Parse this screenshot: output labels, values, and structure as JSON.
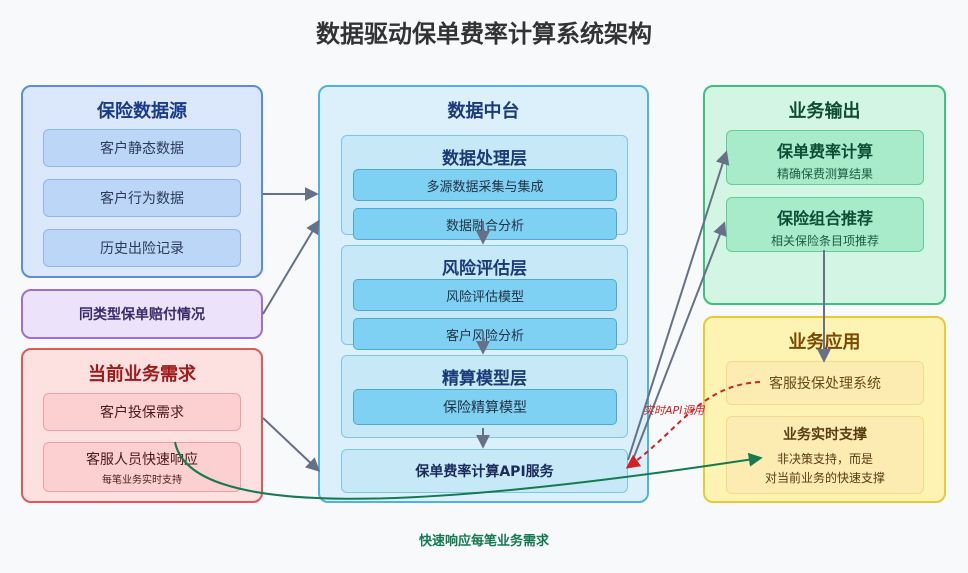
{
  "title": "数据驱动保单费率计算系统架构",
  "insurance_data_source": {
    "title": "保险数据源",
    "items": [
      "客户静态数据",
      "客户行为数据",
      "历史出险记录"
    ]
  },
  "similar_claims": "同类型保单赔付情况",
  "current_demand": {
    "title": "当前业务需求",
    "items": [
      "客户投保需求",
      "客服人员快速响应"
    ],
    "note": "每笔业务实时支持"
  },
  "data_platform": {
    "title": "数据中台",
    "processing": {
      "title": "数据处理层",
      "items": [
        "多源数据采集与集成",
        "数据融合分析"
      ]
    },
    "risk": {
      "title": "风险评估层",
      "items": [
        "风险评估模型",
        "客户风险分析"
      ]
    },
    "actuarial": {
      "title": "精算模型层",
      "items": [
        "保险精算模型"
      ]
    },
    "api": "保单费率计算API服务"
  },
  "business_output": {
    "title": "业务输出",
    "items": [
      {
        "title": "保单费率计算",
        "sub": "精确保费测算结果"
      },
      {
        "title": "保险组合推荐",
        "sub": "相关保险条目项推荐"
      }
    ]
  },
  "business_application": {
    "title": "业务应用",
    "system": "客服投保处理系统",
    "realtime": {
      "title": "业务实时支撑",
      "line1": "非决策支持，而是",
      "line2": "对当前业务的快速支撑"
    }
  },
  "labels": {
    "realtime_api": "实时API调用",
    "fast_response": "快速响应每笔业务需求"
  }
}
